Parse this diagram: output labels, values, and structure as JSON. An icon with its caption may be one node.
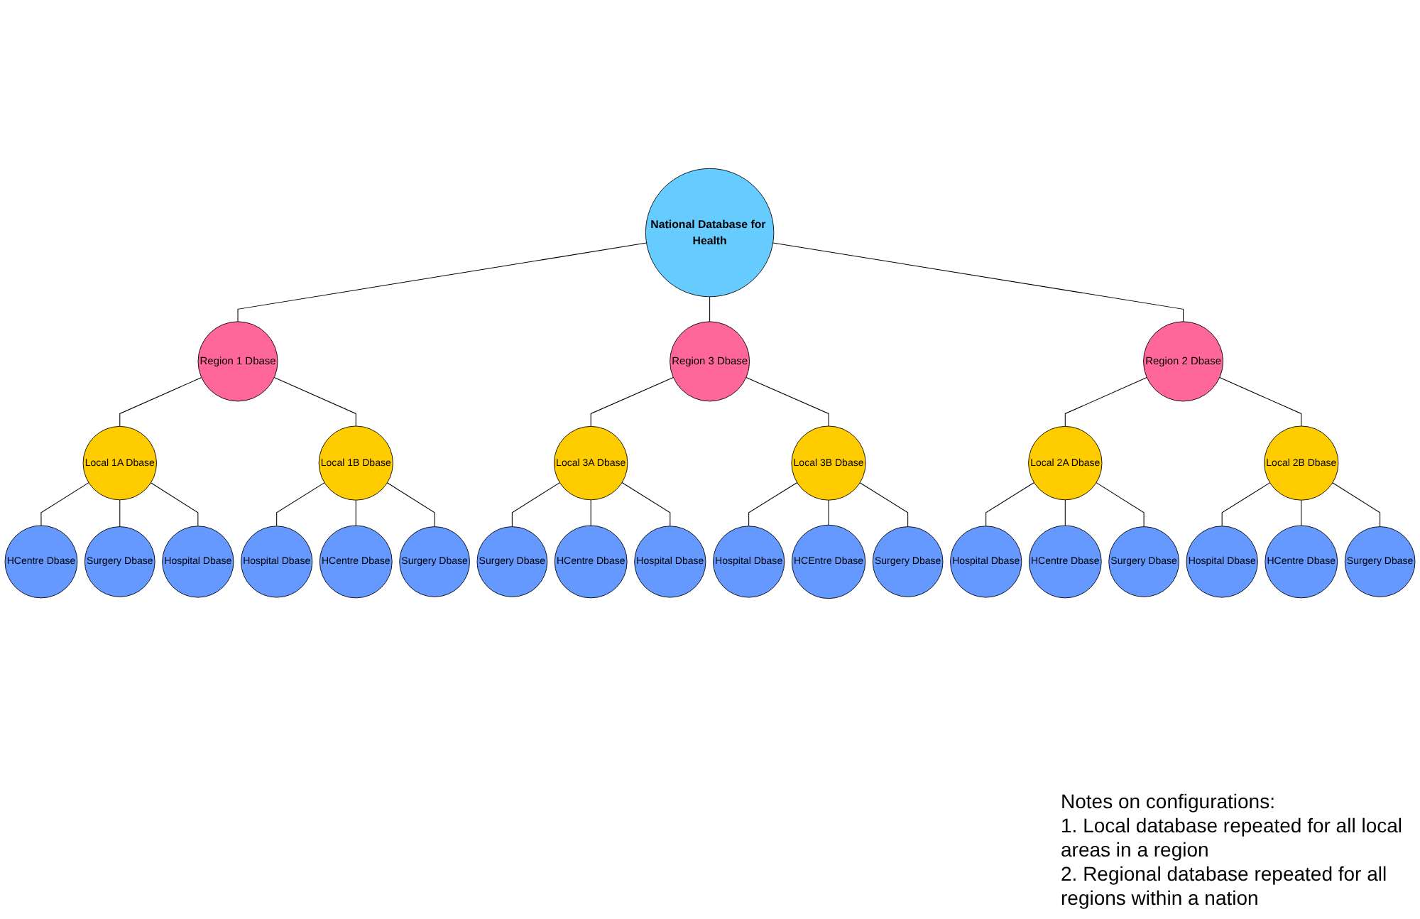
{
  "diagram": {
    "nodes": [
      {
        "text": [
          "National Database for Health"
        ]
      },
      {
        "text": [
          "Region 1 Dbase"
        ]
      },
      {
        "text": [
          "Local 1A Dbase"
        ]
      },
      {
        "text": [
          "HCentre Dbase"
        ]
      },
      {
        "text": [
          "Surgery Dbase"
        ]
      },
      {
        "text": [
          "Hospital Dbase"
        ]
      },
      {
        "text": [
          "Local 1B Dbase"
        ]
      },
      {
        "text": [
          "Hospital Dbase"
        ]
      },
      {
        "text": [
          "HCentre Dbase"
        ]
      },
      {
        "text": [
          "Surgery Dbase"
        ]
      },
      {
        "text": [
          "Region 3 Dbase"
        ]
      },
      {
        "text": [
          "Local 3A Dbase"
        ]
      },
      {
        "text": [
          "Surgery Dbase"
        ]
      },
      {
        "text": [
          "HCentre Dbase"
        ]
      },
      {
        "text": [
          "Hospital Dbase"
        ]
      },
      {
        "text": [
          "Local 3B Dbase"
        ]
      },
      {
        "text": [
          "Hospital Dbase"
        ]
      },
      {
        "text": [
          "HCEntre Dbase"
        ]
      },
      {
        "text": [
          "Surgery Dbase"
        ]
      },
      {
        "text": [
          "Region 2 Dbase"
        ]
      },
      {
        "text": [
          "Local 2A Dbase"
        ]
      },
      {
        "text": [
          "Hospital Dbase"
        ]
      },
      {
        "text": [
          "HCentre Dbase"
        ]
      },
      {
        "text": [
          "Surgery Dbase"
        ]
      },
      {
        "text": [
          "Local 2B Dbase"
        ]
      },
      {
        "text": [
          "Hospital Dbase"
        ]
      },
      {
        "text": [
          "HCentre Dbase"
        ]
      },
      {
        "text": [
          "Surgery Dbase"
        ]
      }
    ],
    "edges": [
      {
        "from": 0,
        "to": 1,
        "arrow": "none"
      },
      {
        "from": 1,
        "to": 2,
        "arrow": "none"
      },
      {
        "from": 2,
        "to": 3,
        "arrow": "none"
      },
      {
        "from": 2,
        "to": 4,
        "arrow": "none"
      },
      {
        "from": 2,
        "to": 5,
        "arrow": "none"
      },
      {
        "from": 1,
        "to": 6,
        "arrow": "none"
      },
      {
        "from": 6,
        "to": 7,
        "arrow": "none"
      },
      {
        "from": 6,
        "to": 8,
        "arrow": "none"
      },
      {
        "from": 6,
        "to": 9,
        "arrow": "none"
      },
      {
        "from": 0,
        "to": 10,
        "arrow": "none"
      },
      {
        "from": 10,
        "to": 11,
        "arrow": "none"
      },
      {
        "from": 11,
        "to": 12,
        "arrow": "none"
      },
      {
        "from": 11,
        "to": 13,
        "arrow": "none"
      },
      {
        "from": 11,
        "to": 14,
        "arrow": "none"
      },
      {
        "from": 10,
        "to": 15,
        "arrow": "none"
      },
      {
        "from": 15,
        "to": 16,
        "arrow": "none"
      },
      {
        "from": 15,
        "to": 17,
        "arrow": "none"
      },
      {
        "from": 15,
        "to": 18,
        "arrow": "none"
      },
      {
        "from": 0,
        "to": 19,
        "arrow": "none"
      },
      {
        "from": 19,
        "to": 20,
        "arrow": "none"
      },
      {
        "from": 20,
        "to": 21,
        "arrow": "none"
      },
      {
        "from": 20,
        "to": 22,
        "arrow": "none"
      },
      {
        "from": 20,
        "to": 23,
        "arrow": "none"
      },
      {
        "from": 19,
        "to": 24,
        "arrow": "none"
      },
      {
        "from": 24,
        "to": 25,
        "arrow": "none"
      },
      {
        "from": 24,
        "to": 26,
        "arrow": "none"
      },
      {
        "from": 24,
        "to": 27,
        "arrow": "none"
      }
    ],
    "labels": [
      "Notes on configurations:",
      "1. Local database repeated for all local areas in a region",
      "2. Regional database repeated for all regions within a nation"
    ]
  }
}
